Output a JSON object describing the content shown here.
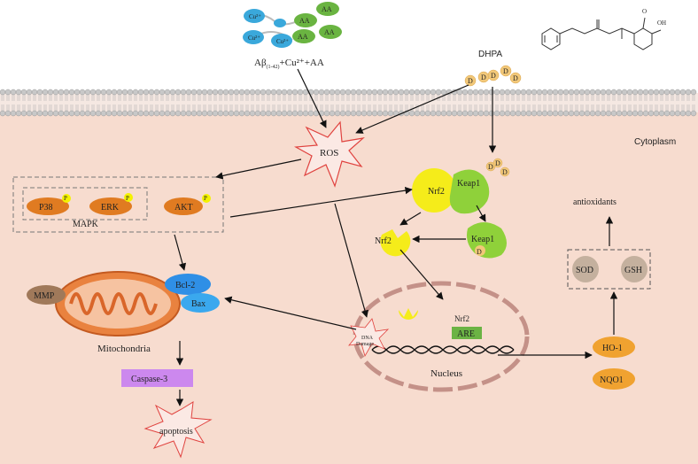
{
  "labels": {
    "abeta_prefix": "Aβ",
    "abeta_sub": "(1-42)",
    "abeta_suffix": "+Cu²⁺+AA",
    "dhpa": "DHPA",
    "cytoplasm": "Cytoplasm",
    "ros": "ROS",
    "p38": "P38",
    "erk": "ERK",
    "mapk": "MAPK",
    "akt": "AKT",
    "phospho": "P",
    "nrf2": "Nrf2",
    "keap1": "Keap1",
    "d": "D",
    "antioxidants": "antioxidants",
    "sod": "SOD",
    "gsh": "GSH",
    "ho1": "HO-1",
    "nqo1": "NQO1",
    "mmp": "MMP",
    "bcl2": "Bcl-2",
    "bax": "Bax",
    "mitochondria": "Mitochondria",
    "caspase3": "Caspase-3",
    "apoptosis": "apoptosis",
    "are": "ARE",
    "dna_damage_line1": "DNA",
    "dna_damage_line2": "Damage",
    "nucleus": "Nucleus",
    "cu": "Cu²⁺",
    "aa": "AA"
  },
  "colors": {
    "cytoplasm_bg": "#f7d9cc",
    "membrane_head": "#c8c8c8",
    "ros_star": "#e0433f",
    "mapk_orange": "#e07b21",
    "phospho_yellow": "#f4f200",
    "nrf2_yellow": "#f5ec1a",
    "keap1_green": "#8fd13a",
    "d_ball": "#f2c879",
    "antiox_circle": "#c4b09e",
    "ho1_orange": "#f0a230",
    "mmp_brown": "#a0795a",
    "bcl2_blue": "#2f8fe6",
    "mito_orange": "#e9823f",
    "caspase_purple": "#cc88ee",
    "are_green": "#6bb344",
    "cu_blue": "#3aa8db",
    "aa_green": "#6ab441"
  }
}
